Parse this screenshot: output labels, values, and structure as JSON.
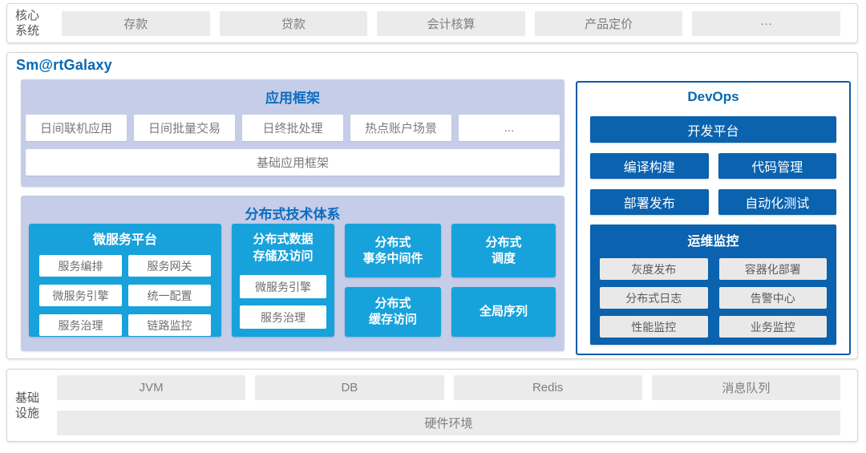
{
  "colors": {
    "title_blue": "#0768b2",
    "section_title_blue": "#0c6cbe",
    "section_lavender": "#c5cde9",
    "cyan": "#18a2db",
    "dark_blue": "#0b62ae",
    "devops_border": "#0d5ca8",
    "gray_box": "#ebebeb",
    "gray_text": "#7e7e7e"
  },
  "core_systems": {
    "label": "核心系统",
    "items": [
      "存款",
      "贷款",
      "会计核算",
      "产品定价",
      "···"
    ]
  },
  "galaxy": {
    "title": "Sm@rtGalaxy",
    "app_framework": {
      "title": "应用框架",
      "apps": [
        "日间联机应用",
        "日间批量交易",
        "日终批处理",
        "热点账户场景",
        "..."
      ],
      "base": "基础应用框架"
    },
    "distributed": {
      "title": "分布式技术体系",
      "microservice": {
        "title": "微服务平台",
        "items": [
          "服务编排",
          "服务网关",
          "微服务引擎",
          "统一配置",
          "服务治理",
          "链路监控"
        ]
      },
      "data_access": {
        "title": "分布式数据\n存储及访问",
        "items": [
          "微服务引擎",
          "服务治理"
        ]
      },
      "transaction_middleware": "分布式\n事务中间件",
      "cache_access": "分布式\n缓存访问",
      "scheduling": "分布式\n调度",
      "global_sequence": "全局序列"
    },
    "devops": {
      "title": "DevOps",
      "dev_platform": "开发平台",
      "tools": [
        "编译构建",
        "代码管理",
        "部署发布",
        "自动化测试"
      ],
      "ops": {
        "title": "运维监控",
        "items": [
          "灰度发布",
          "容器化部署",
          "分布式日志",
          "告警中心",
          "性能监控",
          "业务监控"
        ]
      }
    }
  },
  "infrastructure": {
    "label": "基础设施",
    "items": [
      "JVM",
      "DB",
      "Redis",
      "消息队列"
    ],
    "base": "硬件环境"
  }
}
